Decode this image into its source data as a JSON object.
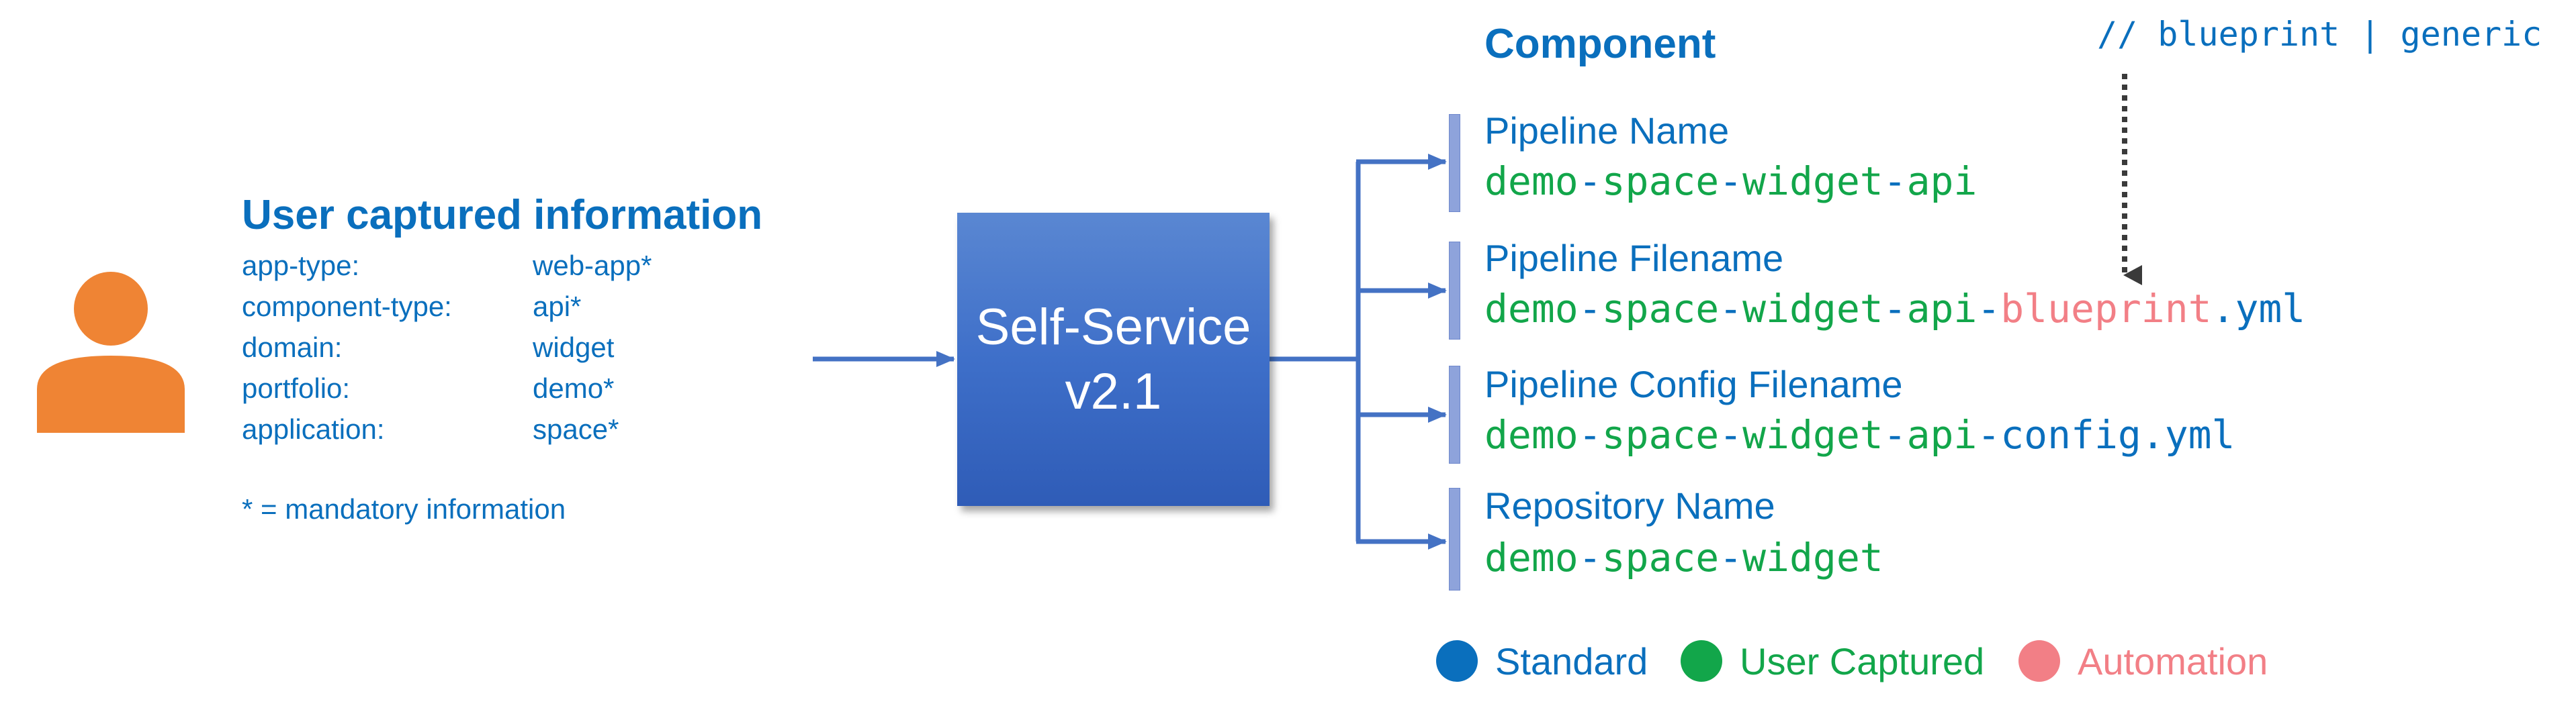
{
  "user_info": {
    "title": "User captured information",
    "fields": [
      {
        "key": "app-type:",
        "value": "web-app*"
      },
      {
        "key": "component-type:",
        "value": "api*"
      },
      {
        "key": "domain:",
        "value": "widget"
      },
      {
        "key": "portfolio:",
        "value": "demo*"
      },
      {
        "key": "application:",
        "value": "space*"
      }
    ],
    "footnote": "* = mandatory information"
  },
  "self_service": {
    "line1": "Self-Service",
    "line2": "v2.1"
  },
  "component": {
    "title": "Component",
    "annotation": "// blueprint | generic",
    "fields": [
      {
        "label": "Pipeline Name",
        "value_segments": [
          {
            "text": "demo",
            "role": "user"
          },
          {
            "text": "-",
            "role": "standard"
          },
          {
            "text": "space",
            "role": "user"
          },
          {
            "text": "-",
            "role": "standard"
          },
          {
            "text": "widget",
            "role": "user"
          },
          {
            "text": "-",
            "role": "standard"
          },
          {
            "text": "api",
            "role": "user"
          }
        ]
      },
      {
        "label": "Pipeline Filename",
        "value_segments": [
          {
            "text": "demo",
            "role": "user"
          },
          {
            "text": "-",
            "role": "standard"
          },
          {
            "text": "space",
            "role": "user"
          },
          {
            "text": "-",
            "role": "standard"
          },
          {
            "text": "widget",
            "role": "user"
          },
          {
            "text": "-",
            "role": "standard"
          },
          {
            "text": "api",
            "role": "user"
          },
          {
            "text": "-",
            "role": "standard"
          },
          {
            "text": "blueprint",
            "role": "automation"
          },
          {
            "text": ".yml",
            "role": "standard"
          }
        ]
      },
      {
        "label": "Pipeline Config Filename",
        "value_segments": [
          {
            "text": "demo",
            "role": "user"
          },
          {
            "text": "-",
            "role": "standard"
          },
          {
            "text": "space",
            "role": "user"
          },
          {
            "text": "-",
            "role": "standard"
          },
          {
            "text": "widget",
            "role": "user"
          },
          {
            "text": "-",
            "role": "standard"
          },
          {
            "text": "api",
            "role": "user"
          },
          {
            "text": "-config.yml",
            "role": "standard"
          }
        ]
      },
      {
        "label": "Repository Name",
        "value_segments": [
          {
            "text": "demo",
            "role": "user"
          },
          {
            "text": "-",
            "role": "standard"
          },
          {
            "text": "space",
            "role": "user"
          },
          {
            "text": "-",
            "role": "standard"
          },
          {
            "text": "widget",
            "role": "user"
          }
        ]
      }
    ]
  },
  "legend": [
    {
      "label": "Standard",
      "role": "standard",
      "color": "#0a6fbd"
    },
    {
      "label": "User Captured",
      "role": "user",
      "color": "#12a64a"
    },
    {
      "label": "Automation",
      "role": "automation",
      "color": "#f27f86"
    }
  ],
  "colors": {
    "standard": "#0a6fbd",
    "user": "#12a64a",
    "automation": "#f27f86",
    "user_icon": "#ef8434",
    "box": "#3e6fc9",
    "connector": "#4472c4"
  }
}
